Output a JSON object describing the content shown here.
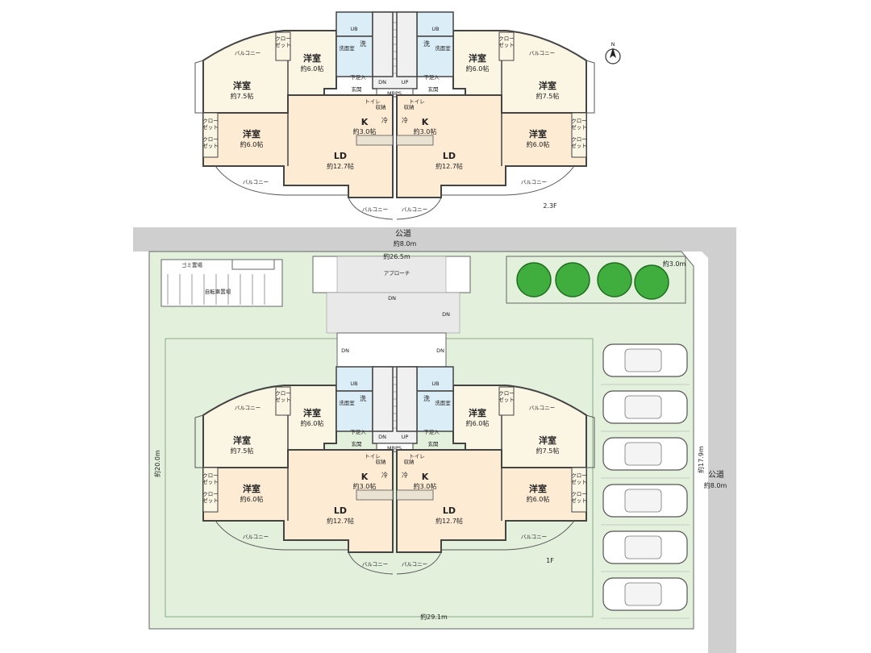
{
  "upper_plan": {
    "floor_label": "2.3F",
    "left": {
      "room_7_5": {
        "name": "洋室",
        "size": "約7.5帖"
      },
      "room_6_0_top": {
        "name": "洋室",
        "size": "約6.0帖"
      },
      "room_6_0_bottom": {
        "name": "洋室",
        "size": "約6.0帖"
      },
      "kitchen": {
        "name": "K",
        "size": "約3.0帖"
      },
      "ld": {
        "name": "LD",
        "size": "約12.7帖"
      }
    },
    "right": {
      "room_7_5": {
        "name": "洋室",
        "size": "約7.5帖"
      },
      "room_6_0_top": {
        "name": "洋室",
        "size": "約6.0帖"
      },
      "room_6_0_bottom": {
        "name": "洋室",
        "size": "約6.0帖"
      },
      "kitchen": {
        "name": "K",
        "size": "約3.0帖"
      },
      "ld": {
        "name": "LD",
        "size": "約12.7帖"
      }
    }
  },
  "lower_plan": {
    "floor_label": "1F",
    "left": {
      "room_7_5": {
        "name": "洋室",
        "size": "約7.5帖"
      },
      "room_6_0_top": {
        "name": "洋室",
        "size": "約6.0帖"
      },
      "room_6_0_bottom": {
        "name": "洋室",
        "size": "約6.0帖"
      },
      "kitchen": {
        "name": "K",
        "size": "約3.0帖"
      },
      "ld": {
        "name": "LD",
        "size": "約12.7帖"
      }
    },
    "right": {
      "room_7_5": {
        "name": "洋室",
        "size": "約7.5帖"
      },
      "room_6_0_top": {
        "name": "洋室",
        "size": "約6.0帖"
      },
      "room_6_0_bottom": {
        "name": "洋室",
        "size": "約6.0帖"
      },
      "kitchen": {
        "name": "K",
        "size": "約3.0帖"
      },
      "ld": {
        "name": "LD",
        "size": "約12.7帖"
      }
    }
  },
  "labels": {
    "ub": "UB",
    "wash": "洗",
    "washroom": "洗面室",
    "entrance": "玄関",
    "fridge": "冷",
    "mbps": "MBPS",
    "balcony": "バルコニー",
    "closet": "クロー\nゼット",
    "toilet": "トイレ",
    "shoebox": "下足入",
    "storage": "収納",
    "dn": "DN",
    "up": "UP"
  },
  "site": {
    "north_road_name": "公道",
    "north_road_width": "約8.0m",
    "frontage": "約26.5m",
    "approach": "アプローチ",
    "garbage": "ゴミ置場",
    "bicycle": "自転車置場",
    "corner_cut": "約3.0m",
    "east_road_name": "公道",
    "east_road_width": "約8.0m",
    "east_depth": "約17.9m",
    "west_depth": "約20.0m",
    "south_width": "約29.1m",
    "compass": "N"
  }
}
